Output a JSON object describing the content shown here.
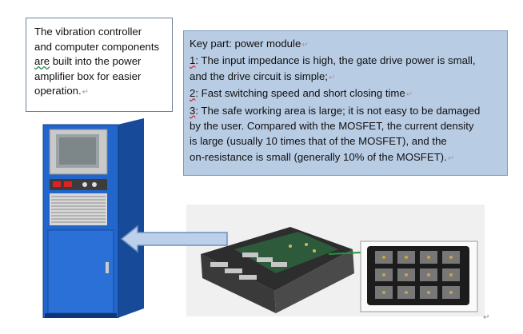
{
  "left_callout": {
    "line1": "The vibration controller",
    "line2": "and computer components",
    "line3a": "are",
    "line3b": " built into the power",
    "line4": "amplifier box for easier",
    "line5": "operation."
  },
  "right_callout": {
    "title": "Key part: power module",
    "item1_num": "1",
    "item1_line1": ": The input impedance is high, the gate drive power is small,",
    "item1_line2": "and the drive circuit is simple;",
    "item2_num": "2",
    "item2_line1": ": Fast switching speed and  short closing time",
    "item3_num": "3",
    "item3_line1": ": The safe working area is large; it is not easy to be damaged",
    "item3_line2": "by the user. Compared with the MOSFET, the current density",
    "item3_line3": "is large (usually 10 times that of the MOSFET), and the",
    "item3_line4": "on-resistance is small (generally 10% of the MOSFET)."
  },
  "colors": {
    "callout_fill": "#b8cce4",
    "cabinet_blue": "#1f5fbf",
    "arrow_fill": "#bcd0ea"
  },
  "icons": {
    "paragraph_mark": "↵"
  }
}
